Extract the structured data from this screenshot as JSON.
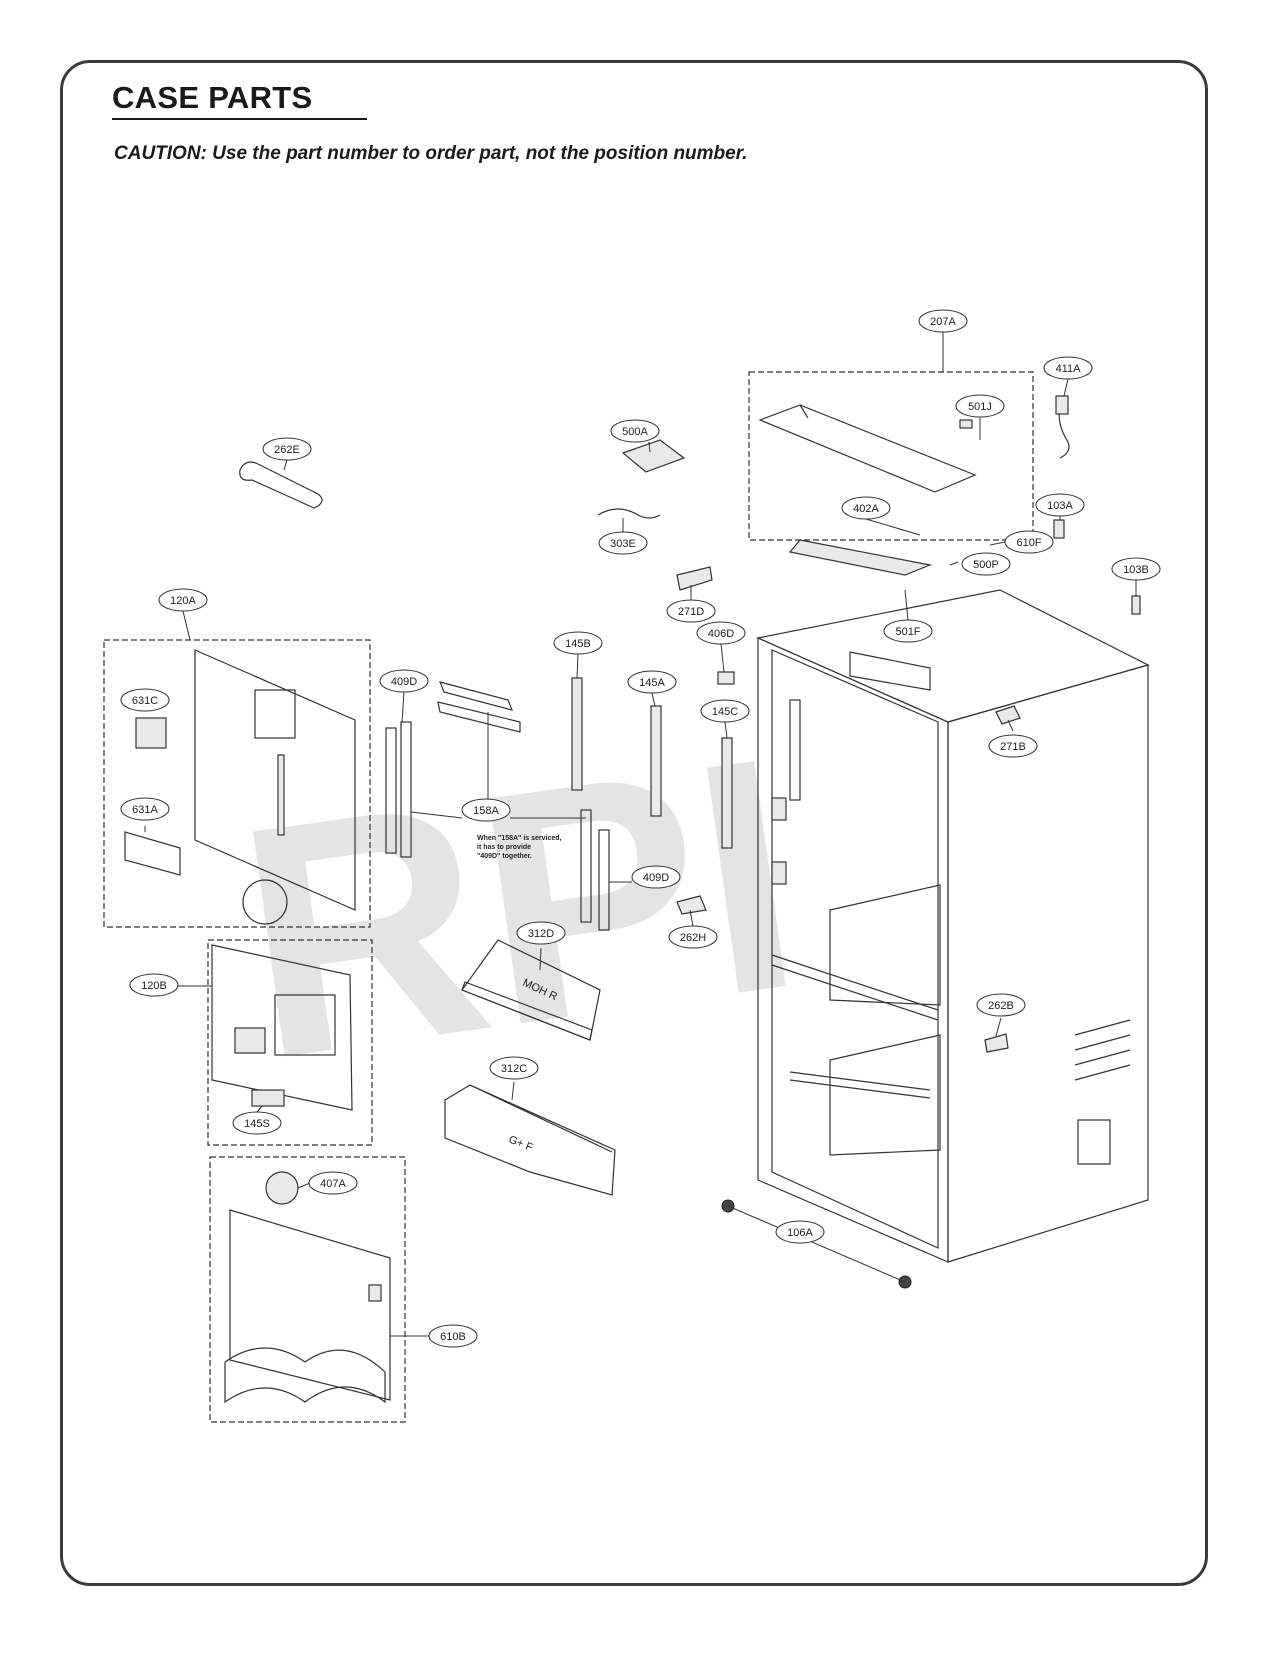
{
  "header": {
    "title": "CASE PARTS",
    "caution": "CAUTION: Use the part number to order part, not the position number."
  },
  "watermark": "RPI",
  "note": {
    "line1": "When \"158A\" is serviced,",
    "line2": "it has to provide",
    "line3": "\"409D\" together."
  },
  "part_labels": {
    "p207A": "207A",
    "p411A": "411A",
    "p501J": "501J",
    "p500A": "500A",
    "p262E": "262E",
    "p402A": "402A",
    "p103A": "103A",
    "p303E": "303E",
    "p610F": "610F",
    "p500P": "500P",
    "p103B": "103B",
    "p271D": "271D",
    "p120A": "120A",
    "p501F": "501F",
    "p145B": "145B",
    "p406D": "406D",
    "p409D_top": "409D",
    "p145A": "145A",
    "p631C": "631C",
    "p145C": "145C",
    "p271B": "271B",
    "p631A": "631A",
    "p158A": "158A",
    "p409D_bottom": "409D",
    "p262H": "262H",
    "p312D": "312D",
    "p120B": "120B",
    "p262B": "262B",
    "p312C": "312C",
    "p145S": "145S",
    "p407A": "407A",
    "p106A": "106A",
    "p610B": "610B"
  },
  "embossed": {
    "shelf_312d": "MOH R",
    "shelf_312c": "G+ F"
  }
}
